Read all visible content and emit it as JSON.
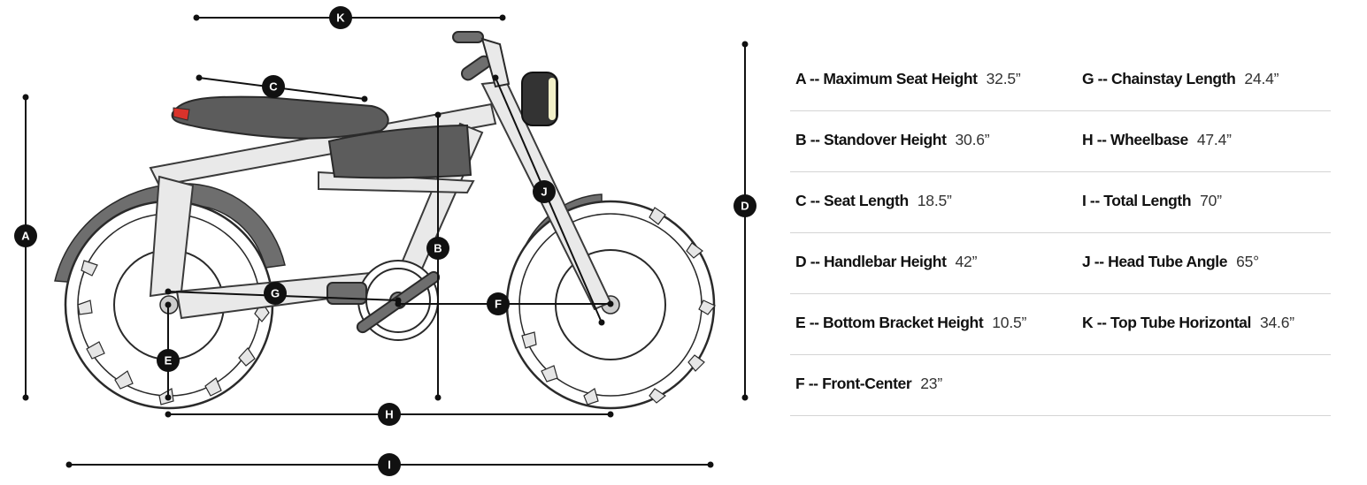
{
  "diagram": {
    "markers": {
      "A": "A",
      "B": "B",
      "C": "C",
      "D": "D",
      "E": "E",
      "F": "F",
      "G": "G",
      "H": "H",
      "I": "I",
      "J": "J",
      "K": "K"
    },
    "colors": {
      "frame": "#e9e9e9",
      "seat": "#5c5c5c",
      "tire_outline": "#2a2a2a",
      "marker": "#111111",
      "tail_light": "#d9332b"
    }
  },
  "specs": {
    "rows": [
      {
        "left": {
          "label": "A -- Maximum Seat Height",
          "value": "32.5”"
        },
        "right": {
          "label": "G -- Chainstay Length",
          "value": "24.4”"
        }
      },
      {
        "left": {
          "label": "B -- Standover Height",
          "value": "30.6”"
        },
        "right": {
          "label": "H -- Wheelbase",
          "value": "47.4”"
        }
      },
      {
        "left": {
          "label": "C -- Seat Length",
          "value": "18.5”"
        },
        "right": {
          "label": "I -- Total Length",
          "value": "70”"
        }
      },
      {
        "left": {
          "label": "D -- Handlebar Height",
          "value": "42”"
        },
        "right": {
          "label": "J -- Head Tube Angle",
          "value": "65°"
        }
      },
      {
        "left": {
          "label": "E -- Bottom Bracket Height",
          "value": "10.5”"
        },
        "right": {
          "label": "K -- Top Tube Horizontal",
          "value": "34.6”"
        }
      },
      {
        "left": {
          "label": "F -- Front-Center",
          "value": "23”"
        }
      }
    ]
  }
}
